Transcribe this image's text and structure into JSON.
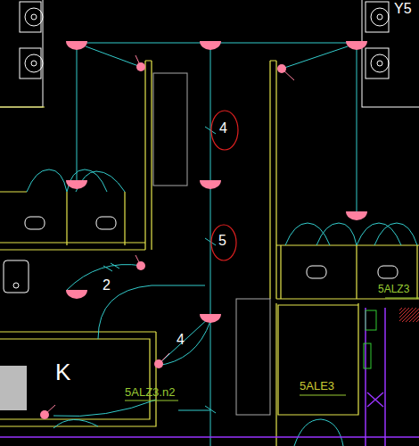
{
  "diagram": {
    "labels": [
      "4",
      "5",
      "2",
      "4",
      "K",
      "5ALZ3.n2",
      "5ALE3",
      "5ALZ3",
      "Y5"
    ]
  }
}
